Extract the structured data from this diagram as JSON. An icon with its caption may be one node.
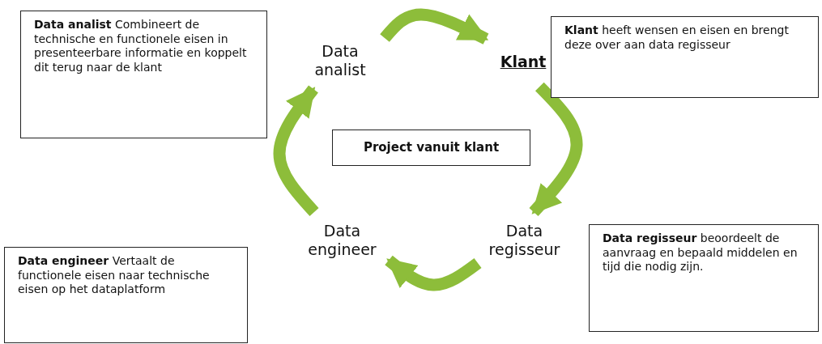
{
  "diagram": {
    "nodes": [
      {
        "text": [
          "Data analist"
        ]
      },
      {
        "text": [
          "Klant"
        ]
      },
      {
        "text": [
          "Data regisseur"
        ]
      },
      {
        "text": [
          "Data engineer"
        ]
      },
      {
        "text": [
          "**Data analist** Combineert de technische en functionele eisen in presenteerbare informatie en koppelt dit terug naar de klant"
        ]
      },
      {
        "text": [
          "**Klant** heeft wensen en eisen en brengt deze over aan data regisseur"
        ]
      },
      {
        "text": [
          "Project vanuit klant"
        ]
      },
      {
        "text": [
          "**Data regisseur** beoordeelt de aanvraag en bepaald middelen en tijd die nodig zijn."
        ]
      },
      {
        "text": [
          "**Data engineer** Vertaalt de functionele eisen naar technische eisen op het dataplatform"
        ]
      }
    ],
    "edges": [
      {
        "from": 0,
        "to": 1,
        "arrow": "to"
      },
      {
        "from": 1,
        "to": 2,
        "arrow": "to"
      },
      {
        "from": 2,
        "to": 3,
        "arrow": "to"
      },
      {
        "from": 3,
        "to": 0,
        "arrow": "to"
      }
    ]
  }
}
